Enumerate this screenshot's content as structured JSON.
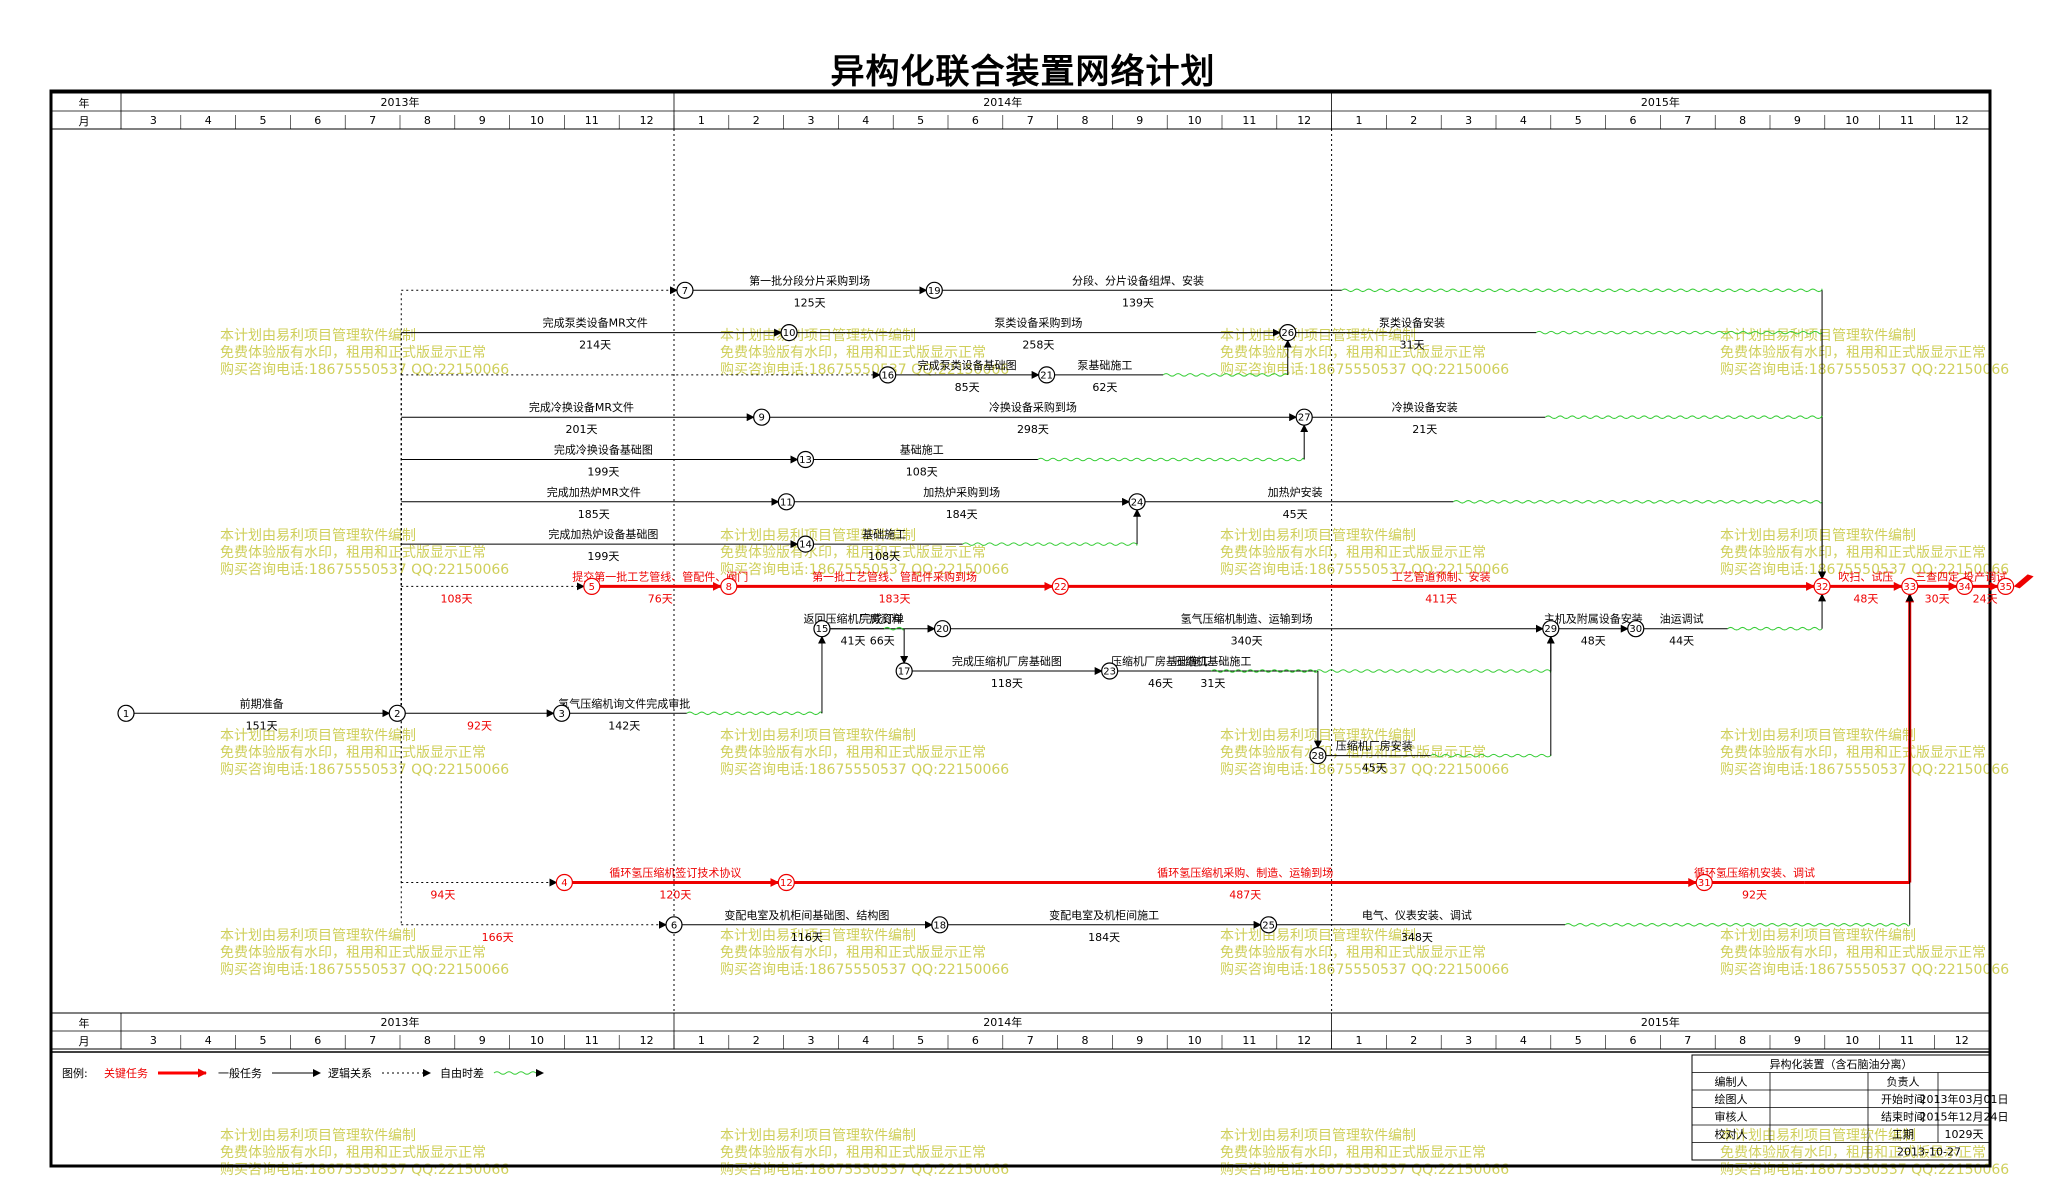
{
  "title": "异构化联合装置网络计划",
  "header": {
    "row_year_label": "年",
    "row_month_label": "月",
    "years": [
      {
        "label": "2013年",
        "start": 0,
        "end": 10
      },
      {
        "label": "2014年",
        "start": 10,
        "end": 22
      },
      {
        "label": "2015年",
        "start": 22,
        "end": 34
      }
    ],
    "months": [
      "3",
      "4",
      "5",
      "6",
      "7",
      "8",
      "9",
      "10",
      "11",
      "12",
      "1",
      "2",
      "3",
      "4",
      "5",
      "6",
      "7",
      "8",
      "9",
      "10",
      "11",
      "12",
      "1",
      "2",
      "3",
      "4",
      "5",
      "6",
      "7",
      "8",
      "9",
      "10",
      "11",
      "12"
    ]
  },
  "nodes": [
    {
      "id": "1",
      "t": 0,
      "r": 11,
      "crit": false
    },
    {
      "id": "2",
      "t": 4.95,
      "r": 11,
      "crit": false
    },
    {
      "id": "3",
      "t": 7.95,
      "r": 11,
      "crit": false
    },
    {
      "id": "4",
      "t": 8.0,
      "r": 15,
      "crit": true
    },
    {
      "id": "5",
      "t": 8.5,
      "r": 8,
      "crit": true
    },
    {
      "id": "6",
      "t": 10,
      "r": 16,
      "crit": false
    },
    {
      "id": "7",
      "t": 10.2,
      "r": 1,
      "crit": false
    },
    {
      "id": "8",
      "t": 11.0,
      "r": 8,
      "crit": true
    },
    {
      "id": "9",
      "t": 11.6,
      "r": 4,
      "crit": false
    },
    {
      "id": "10",
      "t": 12.1,
      "r": 2,
      "crit": false
    },
    {
      "id": "11",
      "t": 12.05,
      "r": 6,
      "crit": false
    },
    {
      "id": "12",
      "t": 12.05,
      "r": 15,
      "crit": true
    },
    {
      "id": "13",
      "t": 12.4,
      "r": 5,
      "crit": false
    },
    {
      "id": "14",
      "t": 12.4,
      "r": 7,
      "crit": false
    },
    {
      "id": "15",
      "t": 12.7,
      "r": 9,
      "crit": false
    },
    {
      "id": "16",
      "t": 13.9,
      "r": 3,
      "crit": false
    },
    {
      "id": "17",
      "t": 14.2,
      "r": 10,
      "crit": false
    },
    {
      "id": "18",
      "t": 14.85,
      "r": 16,
      "crit": false
    },
    {
      "id": "19",
      "t": 14.75,
      "r": 1,
      "crit": false
    },
    {
      "id": "20",
      "t": 14.9,
      "r": 9,
      "crit": false
    },
    {
      "id": "21",
      "t": 16.8,
      "r": 3,
      "crit": false
    },
    {
      "id": "22",
      "t": 17.05,
      "r": 8,
      "crit": true
    },
    {
      "id": "23",
      "t": 17.95,
      "r": 10,
      "crit": false
    },
    {
      "id": "24",
      "t": 18.45,
      "r": 6,
      "crit": false
    },
    {
      "id": "25",
      "t": 20.85,
      "r": 16,
      "crit": false
    },
    {
      "id": "26",
      "t": 21.2,
      "r": 2,
      "crit": false
    },
    {
      "id": "27",
      "t": 21.5,
      "r": 4,
      "crit": false
    },
    {
      "id": "28",
      "t": 21.75,
      "r": 12,
      "crit": false
    },
    {
      "id": "29",
      "t": 26.0,
      "r": 9,
      "crit": false
    },
    {
      "id": "30",
      "t": 27.55,
      "r": 9,
      "crit": false
    },
    {
      "id": "31",
      "t": 28.8,
      "r": 15,
      "crit": true
    },
    {
      "id": "32",
      "t": 30.95,
      "r": 8,
      "crit": true
    },
    {
      "id": "33",
      "t": 32.55,
      "r": 8,
      "crit": true
    },
    {
      "id": "34",
      "t": 33.55,
      "r": 8,
      "crit": true
    },
    {
      "id": "35",
      "t": 34.3,
      "r": 8,
      "crit": true
    }
  ],
  "activities": [
    {
      "from": "1",
      "to": "2",
      "name": "前期准备",
      "dur": "151天",
      "type": "normal"
    },
    {
      "from": "2",
      "to": "3",
      "name": "",
      "dur": "92天",
      "type": "crit_dur"
    },
    {
      "from": "3",
      "to": "15",
      "name": "氢气压缩机询文件完成审批",
      "dur": "142天",
      "type": "normal"
    },
    {
      "from": "2",
      "to": "4",
      "name": "",
      "dur": "94天",
      "type": "dotted",
      "dur_color": "red"
    },
    {
      "from": "4",
      "to": "12",
      "name": "循环氢压缩机签订技术协议",
      "dur": "120天",
      "type": "critical"
    },
    {
      "from": "12",
      "to": "31",
      "name": "循环氢压缩机采购、制造、运输到场",
      "dur": "487天",
      "type": "critical"
    },
    {
      "from": "31",
      "to": "33",
      "name": "循环氢压缩机安装、调试",
      "dur": "92天",
      "type": "critical"
    },
    {
      "from": "2",
      "to": "5",
      "name": "",
      "dur": "108天",
      "type": "dotted",
      "dur_color": "red"
    },
    {
      "from": "5",
      "to": "8",
      "name": "提交第一批工艺管线、管配件、阀门",
      "dur": "76天",
      "type": "critical"
    },
    {
      "from": "8",
      "to": "22",
      "name": "第一批工艺管线、管配件采购到场",
      "dur": "183天",
      "type": "critical"
    },
    {
      "from": "22",
      "to": "32",
      "name": "工艺管道预制、安装",
      "dur": "411天",
      "type": "critical"
    },
    {
      "from": "32",
      "to": "33",
      "name": "吹扫、试压",
      "dur": "48天",
      "type": "critical"
    },
    {
      "from": "33",
      "to": "34",
      "name": "三查四定",
      "dur": "30天",
      "type": "critical"
    },
    {
      "from": "34",
      "to": "35",
      "name": "投产调试",
      "dur": "24天",
      "type": "critical"
    },
    {
      "from": "2",
      "to": "7",
      "name": "",
      "dur": "",
      "type": "dotted"
    },
    {
      "from": "7",
      "to": "19",
      "name": "第一批分段分片采购到场",
      "dur": "125天",
      "type": "normal"
    },
    {
      "from": "19",
      "to": "32",
      "name": "分段、分片设备组焊、安装",
      "dur": "139天",
      "type": "normal"
    },
    {
      "from": "2",
      "to": "10",
      "name": "完成泵类设备MR文件",
      "dur": "214天",
      "type": "normal"
    },
    {
      "from": "10",
      "to": "26",
      "name": "泵类设备采购到场",
      "dur": "258天",
      "type": "normal"
    },
    {
      "from": "2",
      "to": "16",
      "name": "",
      "dur": "",
      "type": "dotted"
    },
    {
      "from": "16",
      "to": "21",
      "name": "完成泵类设备基础图",
      "dur": "85天",
      "type": "normal"
    },
    {
      "from": "21",
      "to": "26",
      "name": "泵基础施工",
      "dur": "62天",
      "type": "normal"
    },
    {
      "from": "26",
      "to": "32",
      "name": "泵类设备安装",
      "dur": "31天",
      "type": "normal"
    },
    {
      "from": "2",
      "to": "9",
      "name": "完成冷换设备MR文件",
      "dur": "201天",
      "type": "normal"
    },
    {
      "from": "9",
      "to": "27",
      "name": "冷换设备采购到场",
      "dur": "298天",
      "type": "normal"
    },
    {
      "from": "27",
      "to": "32",
      "name": "冷换设备安装",
      "dur": "21天",
      "type": "normal"
    },
    {
      "from": "2",
      "to": "13",
      "name": "完成冷换设备基础图",
      "dur": "199天",
      "type": "normal"
    },
    {
      "from": "13",
      "to": "27",
      "name": "基础施工",
      "dur": "108天",
      "type": "normal"
    },
    {
      "from": "2",
      "to": "11",
      "name": "完成加热炉MR文件",
      "dur": "185天",
      "type": "normal"
    },
    {
      "from": "11",
      "to": "24",
      "name": "加热炉采购到场",
      "dur": "184天",
      "type": "normal"
    },
    {
      "from": "24",
      "to": "32",
      "name": "加热炉安装",
      "dur": "45天",
      "type": "normal"
    },
    {
      "from": "2",
      "to": "14",
      "name": "完成加热炉设备基础图",
      "dur": "199天",
      "type": "normal"
    },
    {
      "from": "14",
      "to": "24",
      "name": "基础施工",
      "dur": "108天",
      "type": "normal"
    },
    {
      "from": "15",
      "to": "20",
      "name": "完成订单",
      "dur": "66天",
      "type": "normal"
    },
    {
      "from": "20",
      "to": "29",
      "name": "氢气压缩机制造、运输到场",
      "dur": "340天",
      "type": "normal"
    },
    {
      "from": "15",
      "to": "17",
      "name": "返回压缩机厂房资料",
      "dur": "41天",
      "type": "normal"
    },
    {
      "from": "17",
      "to": "23",
      "name": "完成压缩机厂房基础图",
      "dur": "118天",
      "type": "normal"
    },
    {
      "from": "23",
      "to": "29",
      "name": "压缩机基础施工",
      "dur": "31天",
      "type": "normal"
    },
    {
      "from": "23",
      "to": "28",
      "name": "压缩机厂房基础施工",
      "dur": "46天",
      "type": "normal"
    },
    {
      "from": "28",
      "to": "29",
      "name": "压缩机厂房安装",
      "dur": "45天",
      "type": "normal"
    },
    {
      "from": "29",
      "to": "30",
      "name": "主机及附属设备安装",
      "dur": "48天",
      "type": "normal"
    },
    {
      "from": "30",
      "to": "32",
      "name": "油运调试",
      "dur": "44天",
      "type": "normal"
    },
    {
      "from": "2",
      "to": "6",
      "name": "",
      "dur": "166天",
      "type": "dotted",
      "dur_color": "red"
    },
    {
      "from": "6",
      "to": "18",
      "name": "变配电室及机柜间基础图、结构图",
      "dur": "116天",
      "type": "normal"
    },
    {
      "from": "18",
      "to": "25",
      "name": "变配电室及机柜间施工",
      "dur": "184天",
      "type": "normal"
    },
    {
      "from": "25",
      "to": "33",
      "name": "电气、仪表安装、调试",
      "dur": "348天",
      "type": "normal"
    }
  ],
  "legend": {
    "label": "图例:",
    "critical": "关键任务",
    "normal": "一般任务",
    "logic": "逻辑关系",
    "float": "自由时差",
    "critical_color": "#ff0000",
    "float_color": "#33cc33"
  },
  "info_table": {
    "title": "异构化装置（含石脑油分离）",
    "rows": [
      [
        "编制人",
        "",
        "负责人",
        ""
      ],
      [
        "绘图人",
        "",
        "开始时间",
        "2013年03月01日"
      ],
      [
        "审核人",
        "",
        "结束时间",
        "2015年12月24日"
      ],
      [
        "校对人",
        "",
        "工期",
        "1029天"
      ]
    ],
    "date": "2013-10-27"
  },
  "watermark": {
    "line1": "本计划由易利项目管理软件编制",
    "line2": "免费体验版有水印，租用和正式版显示正常",
    "line3": "购买咨询电话:18675550537 QQ:22150066"
  }
}
